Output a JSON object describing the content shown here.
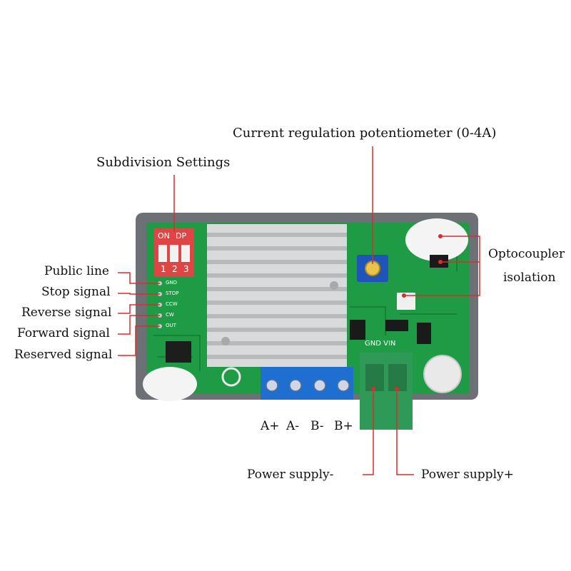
{
  "labels": {
    "current_pot": "Current regulation potentiometer (0-4A)",
    "subdivision": "Subdivision Settings",
    "public_line": "Public line",
    "stop_signal": "Stop signal",
    "reverse_signal": "Reverse signal",
    "forward_signal": "Forward signal",
    "reserved_signal": "Reserved signal",
    "optocoupler_line1": "Optocoupler",
    "optocoupler_line2": "isolation",
    "a_plus": "A+",
    "a_minus": "A-",
    "b_minus": "B-",
    "b_plus": "B+",
    "power_minus": "Power supply-",
    "power_plus": "Power supply+"
  },
  "silkscreen": {
    "dip_on": "ON",
    "dip_dp": "DP",
    "dip_1": "1",
    "dip_2": "2",
    "dip_3": "3",
    "gnd": "GND",
    "stop": "STOP",
    "ccw": "CCW",
    "cw": "CW",
    "out": "OUT",
    "gnd_vin": "GND VIN"
  },
  "colors": {
    "pcb": "#1f9a45",
    "case": "#6d7075",
    "heatsink": "#d9dadc",
    "leader": "#d92d2d",
    "terminal_blue": "#1f6fd0",
    "terminal_green": "#2f9a57",
    "dip_red": "#e04545"
  }
}
